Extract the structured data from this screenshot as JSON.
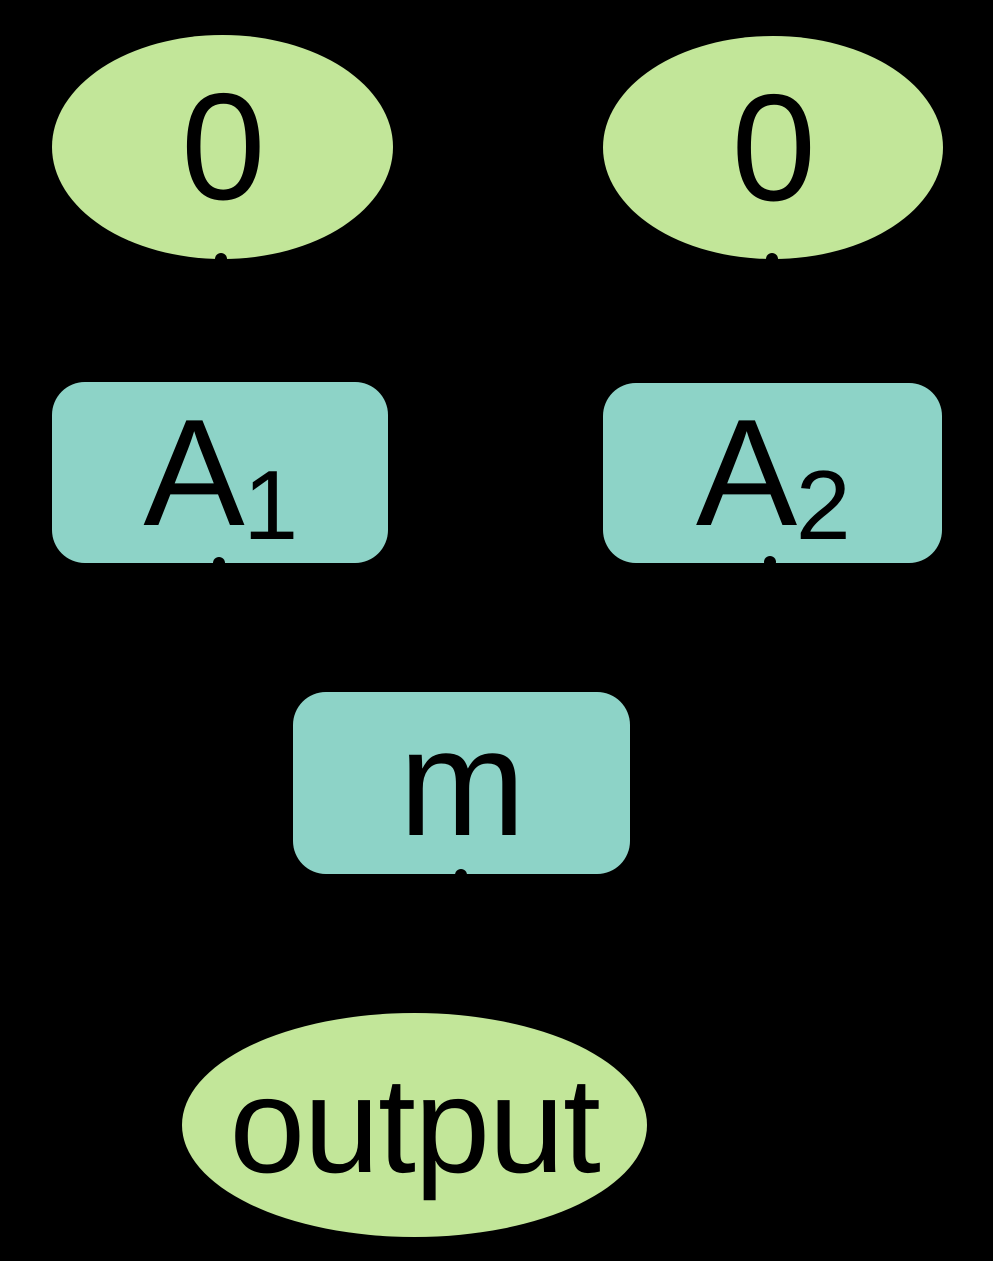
{
  "diagram": {
    "type": "task-graph",
    "background": "#000000",
    "palette": {
      "data_node_fill": "#c2e699",
      "func_node_fill": "#8dd3c7",
      "label_color": "#000000",
      "edge_stub_color": "#000000"
    },
    "nodes": [
      {
        "id": "zero-left",
        "shape": "ellipse",
        "label": "0"
      },
      {
        "id": "zero-right",
        "shape": "ellipse",
        "label": "0"
      },
      {
        "id": "a1",
        "shape": "rounded-rect",
        "label_base": "A",
        "label_sub": "1"
      },
      {
        "id": "a2",
        "shape": "rounded-rect",
        "label_base": "A",
        "label_sub": "2"
      },
      {
        "id": "m",
        "shape": "rounded-rect",
        "label": "m"
      },
      {
        "id": "output",
        "shape": "ellipse",
        "label": "output"
      }
    ],
    "edge_stubs": [
      {
        "at": "zero-left-bottom"
      },
      {
        "at": "zero-right-bottom"
      },
      {
        "at": "a1-bottom"
      },
      {
        "at": "a2-bottom"
      },
      {
        "at": "m-bottom"
      }
    ]
  }
}
